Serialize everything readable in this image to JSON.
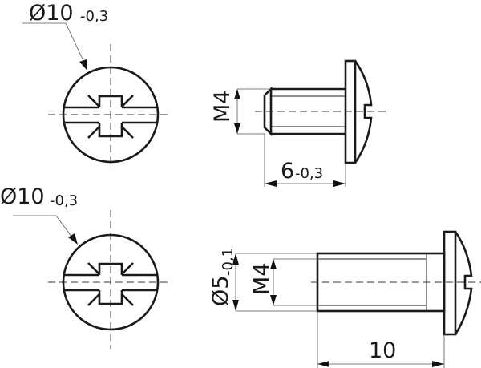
{
  "drawing": {
    "top_left": {
      "name": "head-top-view",
      "diameter": {
        "symbol": "Ø10",
        "tolerance": "-0,3"
      }
    },
    "top_right": {
      "name": "screw-side-view",
      "thread": "M4",
      "length": {
        "value": "6",
        "tolerance": "-0,3"
      }
    },
    "bottom_left": {
      "name": "sleeve-head-top-view",
      "diameter": {
        "symbol": "Ø10",
        "tolerance": "-0,3"
      }
    },
    "bottom_right": {
      "name": "sleeve-side-view",
      "outer_diameter": {
        "symbol": "Ø5",
        "tolerance": "-0,1"
      },
      "thread": "M4",
      "length": {
        "value": "10"
      }
    }
  },
  "colors": {
    "line": "#1a1a1a",
    "background": "#ffffff"
  }
}
